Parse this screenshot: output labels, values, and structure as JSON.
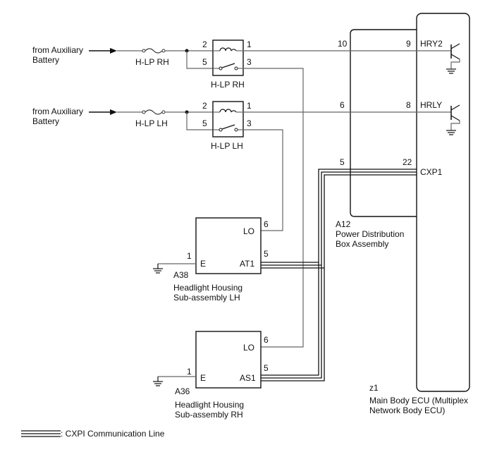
{
  "sources": {
    "rh_line1": "from Auxiliary",
    "rh_line2": "Battery",
    "lh_line1": "from Auxiliary",
    "lh_line2": "Battery"
  },
  "fuses": {
    "rh": "H-LP RH",
    "lh": "H-LP LH"
  },
  "relays": {
    "rh": {
      "label": "H-LP RH",
      "pins": {
        "p2": "2",
        "p5": "5",
        "p1": "1",
        "p3": "3"
      }
    },
    "lh": {
      "label": "H-LP LH",
      "pins": {
        "p2": "2",
        "p5": "5",
        "p1": "1",
        "p3": "3"
      }
    }
  },
  "pdb": {
    "code": "A12",
    "name_line1": "Power Distribution",
    "name_line2": "Box Assembly",
    "pins": {
      "p10": "10",
      "p6": "6",
      "p5": "5"
    }
  },
  "ecu": {
    "code": "z1",
    "name_line1": "Main Body ECU (Multiplex",
    "name_line2": "Network Body ECU)",
    "terminals": {
      "hry2_pin": "9",
      "hry2": "HRY2",
      "hrly_pin": "8",
      "hrly": "HRLY",
      "cxp1_pin": "22",
      "cxp1": "CXP1"
    }
  },
  "headlight_lh": {
    "code": "A38",
    "name_line1": "Headlight Housing",
    "name_line2": "Sub-assembly LH",
    "terminals": {
      "lo": "LO",
      "lo_pin": "6",
      "at": "AT1",
      "at_pin": "5",
      "e": "E",
      "e_pin": "1"
    }
  },
  "headlight_rh": {
    "code": "A36",
    "name_line1": "Headlight Housing",
    "name_line2": "Sub-assembly RH",
    "terminals": {
      "lo": "LO",
      "lo_pin": "6",
      "as": "AS1",
      "as_pin": "5",
      "e": "E",
      "e_pin": "1"
    }
  },
  "legend": {
    "label": ": CXPI Communication Line"
  }
}
